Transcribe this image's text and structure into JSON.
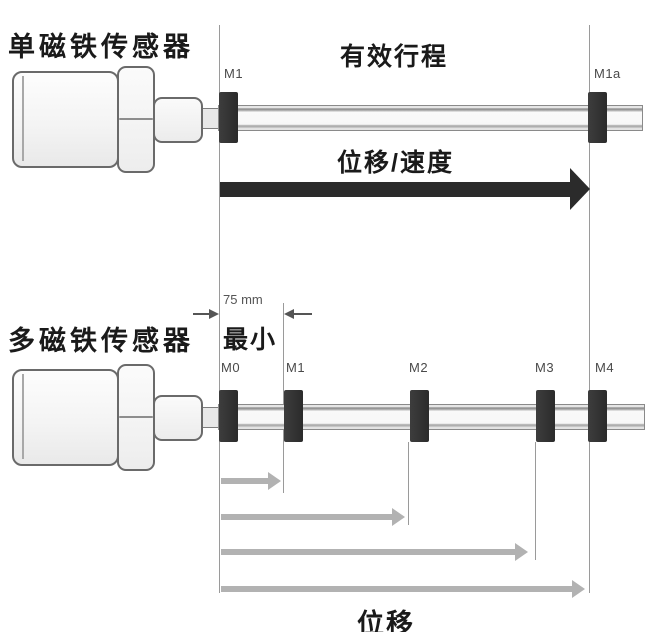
{
  "colors": {
    "magnet": "#333333",
    "dark_arrow": "#2b2b2b",
    "gray_arrow": "#b2b2b2",
    "reference_line": "#9a9a9a",
    "background": "#ffffff"
  },
  "single_sensor": {
    "title": "单磁铁传感器",
    "effective_stroke_label": "有效行程",
    "displacement_speed_label": "位移/速度",
    "magnets": [
      {
        "label": "M1"
      },
      {
        "label": "M1a"
      }
    ]
  },
  "multi_sensor": {
    "title": "多磁铁传感器",
    "min_distance_value": "75 mm",
    "min_distance_label": "最小",
    "displacement_label": "位移",
    "magnets": [
      {
        "label": "M0"
      },
      {
        "label": "M1"
      },
      {
        "label": "M2"
      },
      {
        "label": "M3"
      },
      {
        "label": "M4"
      }
    ]
  }
}
